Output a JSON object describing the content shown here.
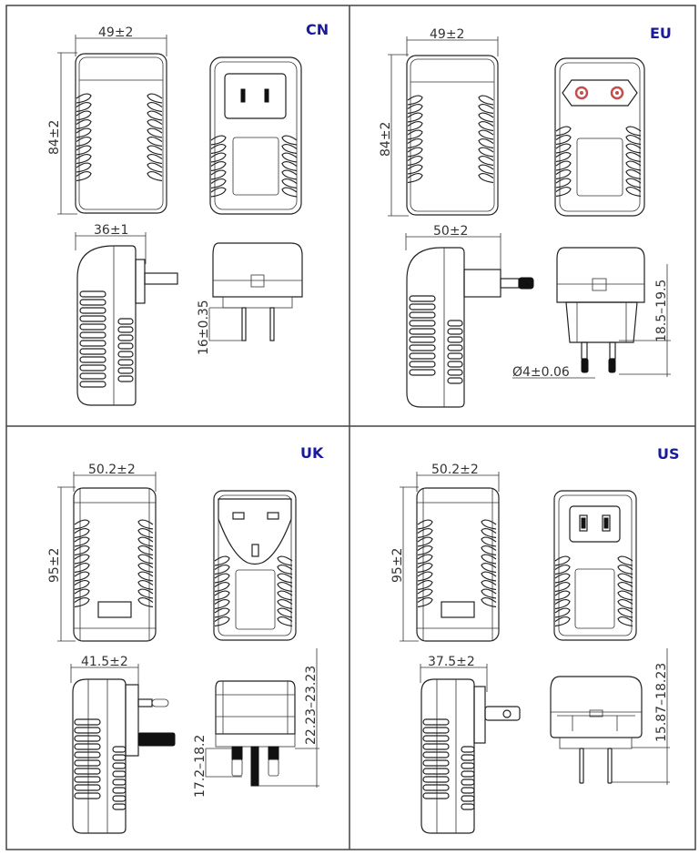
{
  "panels": [
    {
      "region": "CN",
      "front_width": "49±2",
      "front_height": "84±2",
      "side_depth": "36±1",
      "pin_length": "16±0.35"
    },
    {
      "region": "EU",
      "front_width": "49±2",
      "front_height": "84±2",
      "side_depth": "50±2",
      "pin_length": "18.5–19.5",
      "pin_diameter": "Ø4±0.06"
    },
    {
      "region": "UK",
      "front_width": "50.2±2",
      "front_height": "95±2",
      "side_depth": "41.5±2",
      "pin_length": "17.2–18.2",
      "total_pin_length": "22.23–23.23"
    },
    {
      "region": "US",
      "front_width": "50.2±2",
      "front_height": "95±2",
      "side_depth": "37.5±2",
      "pin_length": "15.87–18.23"
    }
  ],
  "colors": {
    "region_label": "#1a1a9c",
    "line": "#222222",
    "eu_socket": "#c0504d"
  }
}
